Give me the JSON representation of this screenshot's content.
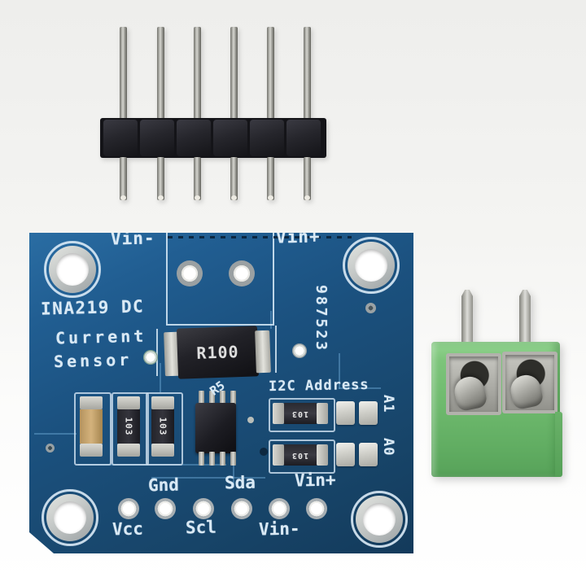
{
  "scene": {
    "type": "product-photo",
    "subject": "INA219 DC current sensor breakout module with 6-pin header strip and 2-position screw terminal block"
  },
  "colors": {
    "pcb_blue": "#1b517f",
    "silkscreen": "#d9e9f5",
    "terminal_green": "#6fba6e",
    "header_plastic": "#222228",
    "pin_silver": "#c0c0ba",
    "background": "#f2f2f0"
  },
  "pin_header": {
    "pin_count": "6"
  },
  "terminal_block": {
    "position_count": "2"
  },
  "pcb": {
    "top_labels": {
      "left": "Vin-",
      "right": "Vin+"
    },
    "title_lines": {
      "0": "INA219 DC",
      "1": "Current",
      "2": "Sensor"
    },
    "serial_number": "987523",
    "shunt_resistor_label": "R100",
    "ic_reference": "R5",
    "i2c_section_title": "I2C Address",
    "smd_code": "103",
    "address_labels": {
      "a1": "A1",
      "a0": "A0"
    },
    "bottom_pin_labels": {
      "upper_row": {
        "0": "Gnd",
        "1": "Sda",
        "2": "Vin+"
      },
      "lower_row": {
        "0": "Vcc",
        "1": "Scl",
        "2": "Vin-"
      }
    }
  }
}
